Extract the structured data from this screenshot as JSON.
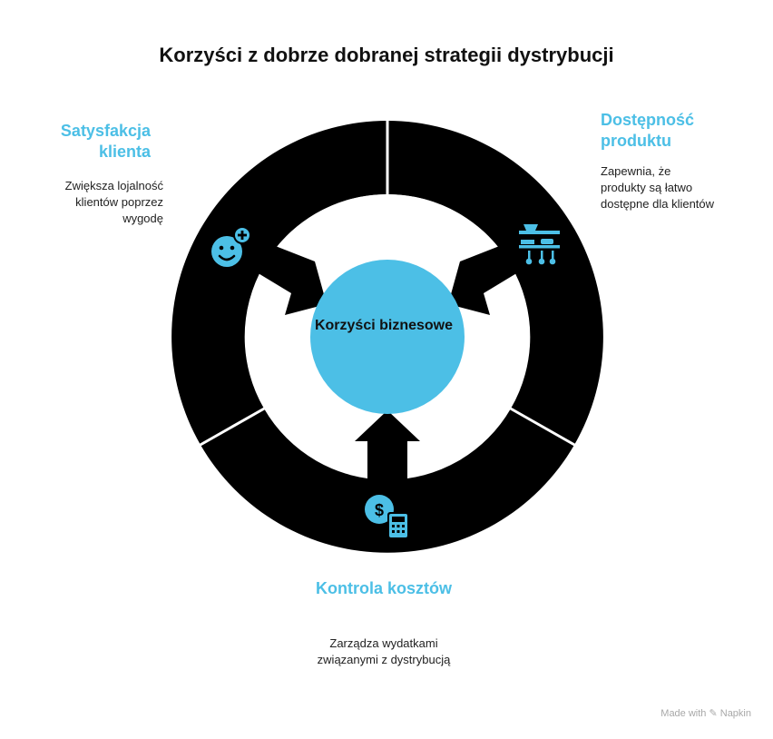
{
  "title": "Korzyści z dobrze dobranej strategii dystrybucji",
  "center": {
    "label": "Korzyści biznesowe"
  },
  "segments": [
    {
      "title": "Satysfakcja klienta",
      "description": "Zwiększa lojalność klientów poprzez wygodę",
      "icon": "smiley-plus-icon"
    },
    {
      "title": "Dostępność produktu",
      "description": "Zapewnia, że produkty są łatwo dostępne dla klientów",
      "icon": "shelf-kitchenware-icon"
    },
    {
      "title": "Kontrola kosztów",
      "description": "Zarządza wydatkami związanymi z dystrybucją",
      "icon": "dollar-calculator-icon"
    }
  ],
  "colors": {
    "accent": "#4cbfe6",
    "ring": "#000000",
    "text": "#111111"
  },
  "footer": "Made with ✎ Napkin"
}
